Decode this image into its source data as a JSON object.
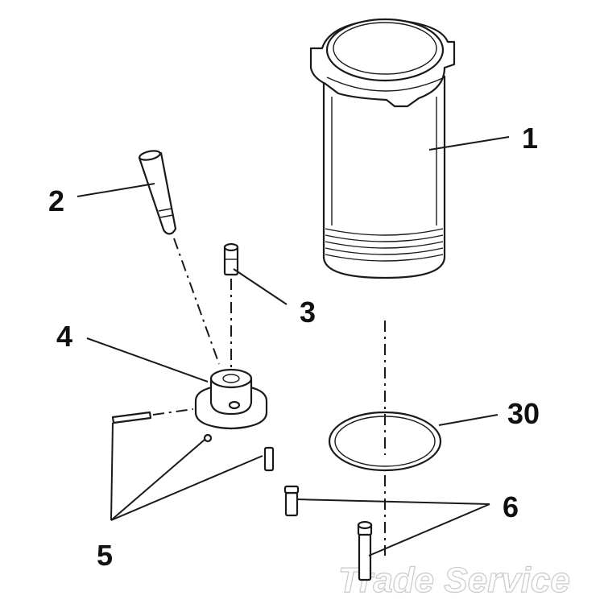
{
  "callouts": {
    "c1": "1",
    "c2": "2",
    "c3": "3",
    "c4": "4",
    "c5": "5",
    "c6": "6",
    "c30": "30"
  },
  "watermark": "Trade Service"
}
